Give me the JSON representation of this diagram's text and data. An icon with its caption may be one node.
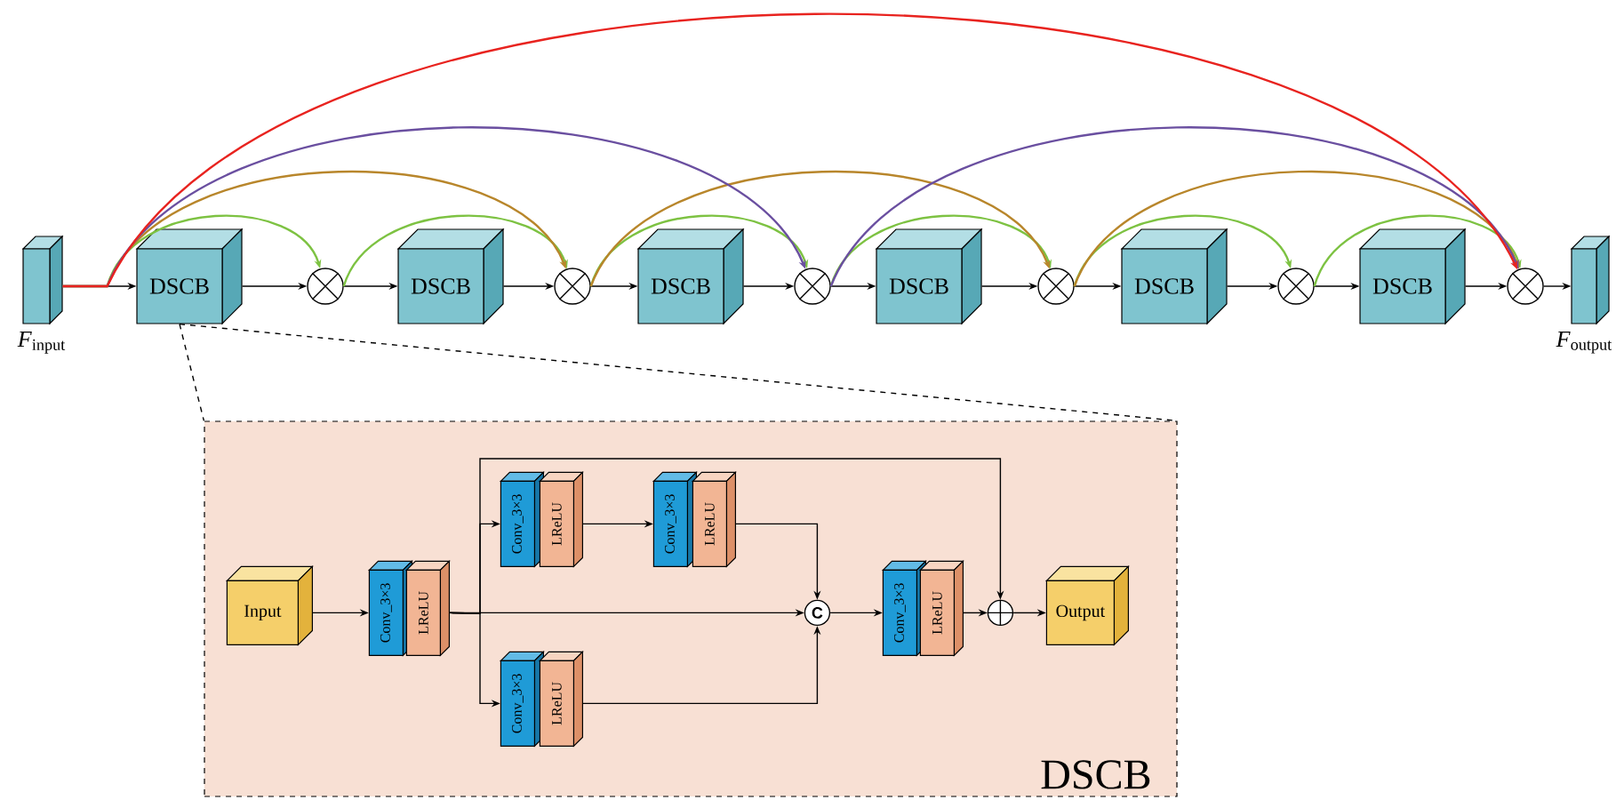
{
  "diagram": {
    "nodes": [
      {
        "text": [],
        "shape": "box",
        "beside": [
          "*F*$_{input}$"
        ]
      },
      {
        "text": [
          "DSCB"
        ]
      },
      {
        "text": [],
        "shape": "circle"
      },
      {
        "text": [
          "DSCB"
        ]
      },
      {
        "text": [],
        "shape": "circle"
      },
      {
        "text": [
          "DSCB"
        ]
      },
      {
        "text": [],
        "shape": "circle"
      },
      {
        "text": [
          "DSCB"
        ]
      },
      {
        "text": [],
        "shape": "circle"
      },
      {
        "text": [
          "DSCB"
        ]
      },
      {
        "text": [],
        "shape": "circle"
      },
      {
        "text": [
          "DSCB"
        ]
      },
      {
        "text": [],
        "shape": "circle"
      },
      {
        "text": [],
        "shape": "box",
        "beside": [
          "*F*$_{output}$"
        ]
      },
      {
        "text": [
          "DSCB"
        ]
      },
      {
        "text": [
          "Input"
        ],
        "in": 14
      },
      {
        "text": [
          "Conv_3×3"
        ],
        "in": 14
      },
      {
        "text": [
          "LReLU"
        ],
        "in": 14
      },
      {
        "text": [
          "Conv_3×3"
        ],
        "in": 14
      },
      {
        "text": [
          "LReLU"
        ],
        "in": 14
      },
      {
        "text": [
          "Conv_3×3"
        ],
        "in": 14
      },
      {
        "text": [
          "LReLU"
        ],
        "in": 14
      },
      {
        "text": [
          "Conv_3×3"
        ],
        "in": 14
      },
      {
        "text": [
          "LReLU"
        ],
        "in": 14
      },
      {
        "text": [
          "C"
        ],
        "in": 14
      },
      {
        "text": [
          "Conv_3×3"
        ],
        "in": 14
      },
      {
        "text": [
          "LReLU"
        ],
        "in": 14
      },
      {
        "text": [],
        "shape": "circle",
        "in": 14
      },
      {
        "text": [
          "Output"
        ],
        "in": 14
      }
    ],
    "edges": [
      {
        "from": 0,
        "to": 1,
        "arrow": "to"
      },
      {
        "from": 1,
        "to": 2,
        "arrow": "to"
      },
      {
        "from": 2,
        "to": 3,
        "arrow": "to"
      },
      {
        "from": 3,
        "to": 4,
        "arrow": "to"
      },
      {
        "from": 4,
        "to": 5,
        "arrow": "to"
      },
      {
        "from": 5,
        "to": 6,
        "arrow": "to"
      },
      {
        "from": 6,
        "to": 7,
        "arrow": "to"
      },
      {
        "from": 7,
        "to": 8,
        "arrow": "to"
      },
      {
        "from": 8,
        "to": 9,
        "arrow": "to"
      },
      {
        "from": 9,
        "to": 10,
        "arrow": "to"
      },
      {
        "from": 10,
        "to": 11,
        "arrow": "to"
      },
      {
        "from": 11,
        "to": 12,
        "arrow": "to"
      },
      {
        "from": 12,
        "to": 13,
        "arrow": "to"
      },
      {
        "from": 0,
        "to": 2,
        "arrow": "to",
        "color": "#7dc242"
      },
      {
        "from": 2,
        "to": 4,
        "arrow": "to",
        "color": "#7dc242"
      },
      {
        "from": 4,
        "to": 6,
        "arrow": "to",
        "color": "#7dc242"
      },
      {
        "from": 6,
        "to": 8,
        "arrow": "to",
        "color": "#7dc242"
      },
      {
        "from": 8,
        "to": 10,
        "arrow": "to",
        "color": "#7dc242"
      },
      {
        "from": 10,
        "to": 12,
        "arrow": "to",
        "color": "#7dc242"
      },
      {
        "from": 0,
        "to": 4,
        "arrow": "to",
        "color": "#b8862b"
      },
      {
        "from": 4,
        "to": 8,
        "arrow": "to",
        "color": "#b8862b"
      },
      {
        "from": 8,
        "to": 12,
        "arrow": "to",
        "color": "#b8862b"
      },
      {
        "from": 0,
        "to": 6,
        "arrow": "to",
        "color": "#6a4fa0"
      },
      {
        "from": 6,
        "to": 12,
        "arrow": "to",
        "color": "#6a4fa0"
      },
      {
        "from": 0,
        "to": 12,
        "arrow": "to",
        "color": "#e8231f"
      },
      {
        "from": 1,
        "to": 14,
        "arrow": "none",
        "style": "dashed"
      },
      {
        "from": 1,
        "to": 14,
        "arrow": "none",
        "style": "dashed"
      },
      {
        "from": 15,
        "to": 16,
        "arrow": "to"
      },
      {
        "from": 17,
        "to": 18,
        "arrow": "to"
      },
      {
        "from": 17,
        "to": 24,
        "arrow": "to"
      },
      {
        "from": 17,
        "to": 22,
        "arrow": "to"
      },
      {
        "from": 17,
        "to": 27,
        "arrow": "to"
      },
      {
        "from": 19,
        "to": 20,
        "arrow": "to"
      },
      {
        "from": 21,
        "to": 24,
        "arrow": "to"
      },
      {
        "from": 23,
        "to": 24,
        "arrow": "to"
      },
      {
        "from": 24,
        "to": 25,
        "arrow": "to"
      },
      {
        "from": 26,
        "to": 27,
        "arrow": "to"
      },
      {
        "from": 27,
        "to": 28,
        "arrow": "to"
      }
    ]
  }
}
